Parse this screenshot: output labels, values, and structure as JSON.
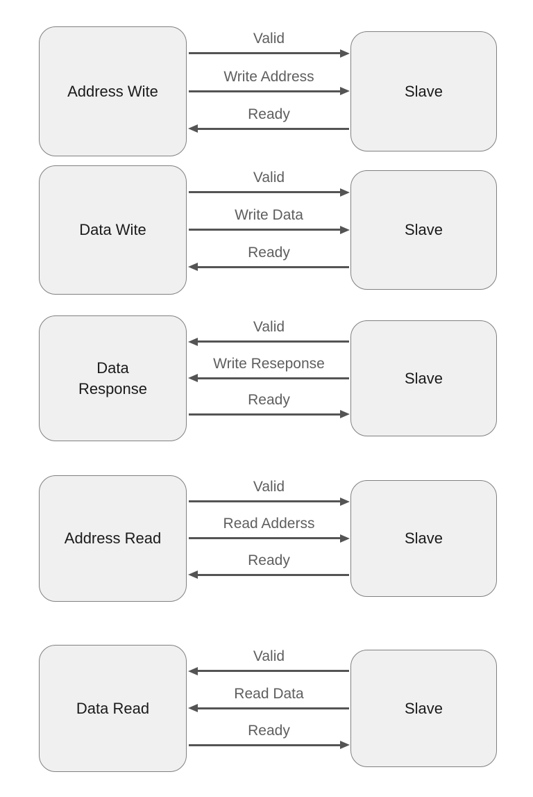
{
  "colors": {
    "box_fill": "#f0f0f0",
    "box_border": "#808080",
    "box_text": "#1a1a1a",
    "arrow": "#545454",
    "label": "#5e5e5e",
    "bg": "#ffffff"
  },
  "rows": [
    {
      "left_label": "Address Wite",
      "right_label": "Slave",
      "arrows": [
        {
          "label": "Valid",
          "dir": "right"
        },
        {
          "label": "Write Address",
          "dir": "right"
        },
        {
          "label": "Ready",
          "dir": "left"
        }
      ]
    },
    {
      "left_label": "Data Wite",
      "right_label": "Slave",
      "arrows": [
        {
          "label": "Valid",
          "dir": "right"
        },
        {
          "label": "Write Data",
          "dir": "right"
        },
        {
          "label": "Ready",
          "dir": "left"
        }
      ]
    },
    {
      "left_label": "Data\nResponse",
      "right_label": "Slave",
      "arrows": [
        {
          "label": "Valid",
          "dir": "left"
        },
        {
          "label": "Write Reseponse",
          "dir": "left"
        },
        {
          "label": "Ready",
          "dir": "right"
        }
      ]
    },
    {
      "left_label": "Address Read",
      "right_label": "Slave",
      "arrows": [
        {
          "label": "Valid",
          "dir": "right"
        },
        {
          "label": "Read Adderss",
          "dir": "right"
        },
        {
          "label": "Ready",
          "dir": "left"
        }
      ]
    },
    {
      "left_label": "Data Read",
      "right_label": "Slave",
      "arrows": [
        {
          "label": "Valid",
          "dir": "left"
        },
        {
          "label": "Read Data",
          "dir": "left"
        },
        {
          "label": "Ready",
          "dir": "right"
        }
      ]
    }
  ]
}
